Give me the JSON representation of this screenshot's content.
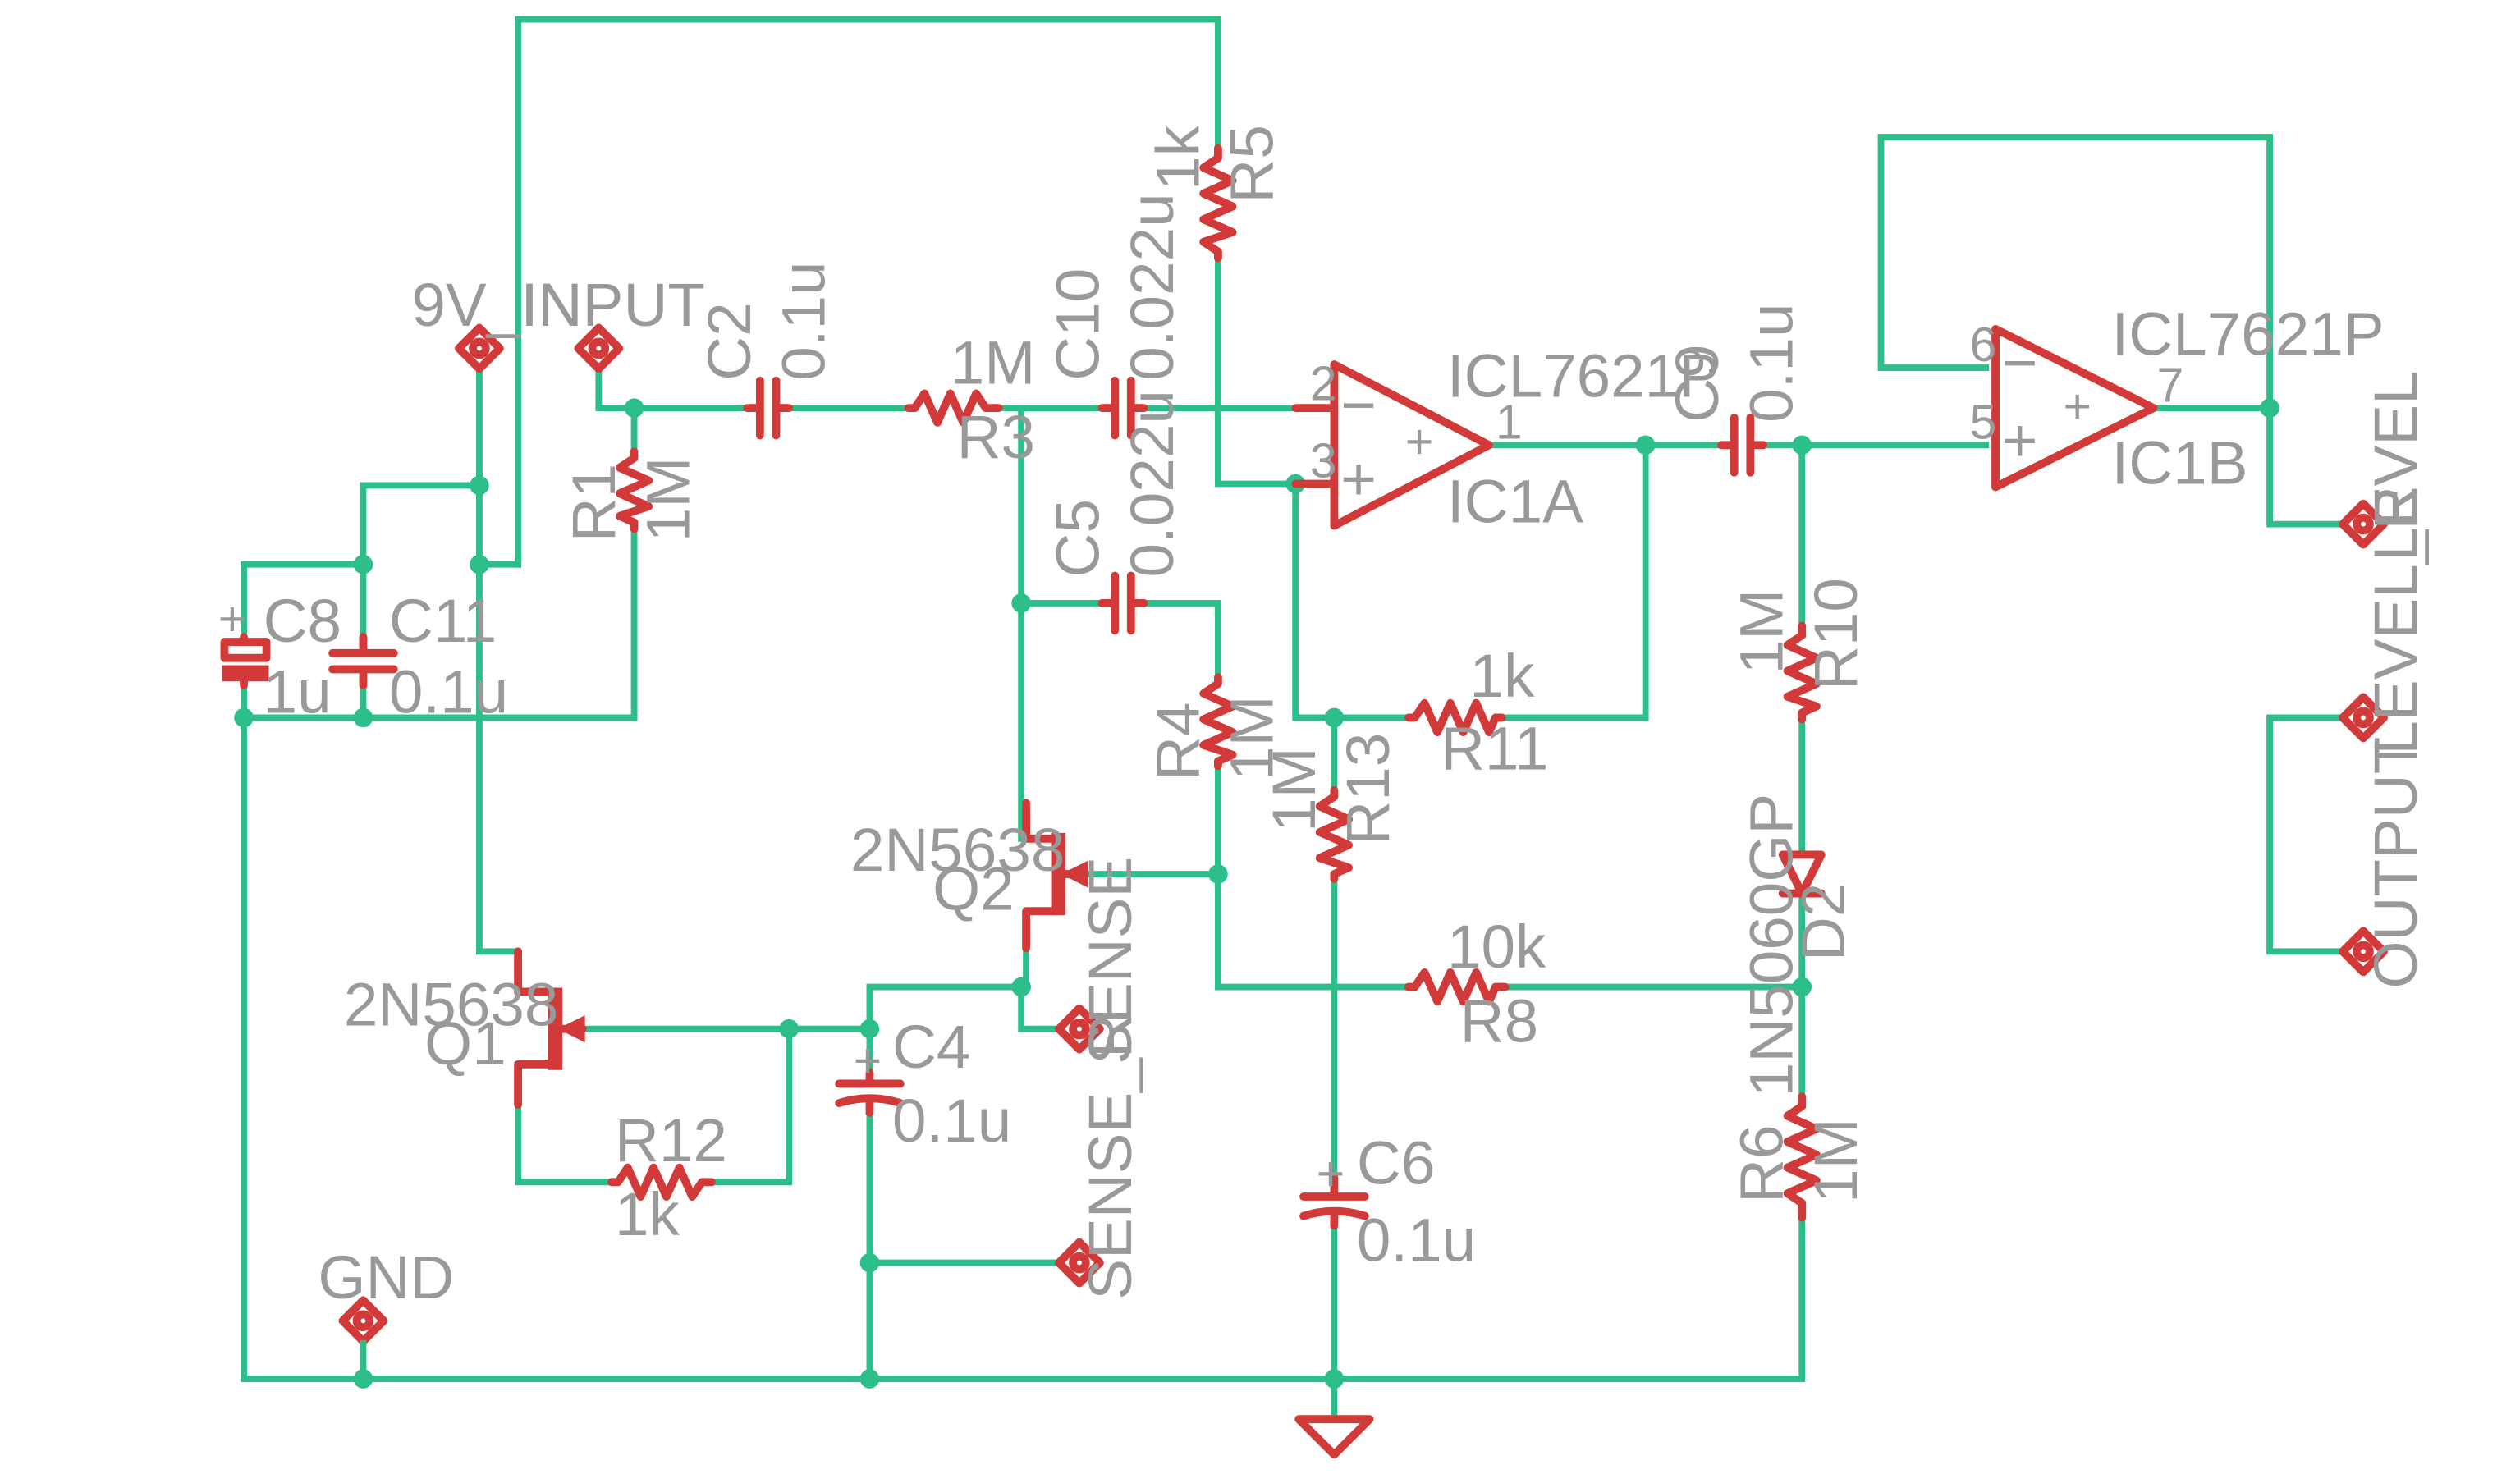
{
  "colors": {
    "wire": "#2dbf8a",
    "symbol": "#d23a3a",
    "text": "#999999",
    "background": "#ffffff"
  },
  "connectors": {
    "v9": "9V_IN",
    "input": "INPUT",
    "gnd": "GND",
    "sense": "SENSE",
    "sense_r": "SENSE_R",
    "level": "LEVEL",
    "level_r": "LEVEL_R",
    "output": "OUTPUT"
  },
  "components": {
    "C2": {
      "name": "C2",
      "value": "0.1u"
    },
    "R3": {
      "name": "R3",
      "value": "1M"
    },
    "C10": {
      "name": "C10",
      "value": "0.022u"
    },
    "R5": {
      "name": "R5",
      "value": "1k"
    },
    "R1": {
      "name": "R1",
      "value": "1M"
    },
    "C8": {
      "name": "C8",
      "value": "1u",
      "plus": "+"
    },
    "C11": {
      "name": "C11",
      "value": "0.1u"
    },
    "C5": {
      "name": "C5",
      "value": "0.022u"
    },
    "R4": {
      "name": "R4",
      "value": "1M"
    },
    "R11": {
      "name": "R11",
      "value": "1k"
    },
    "R13": {
      "name": "R13",
      "value": "1M"
    },
    "Q2": {
      "name": "Q2",
      "value": "2N5638"
    },
    "Q1": {
      "name": "Q1",
      "value": "2N5638"
    },
    "R12": {
      "name": "R12",
      "value": "1k"
    },
    "C4": {
      "name": "C4",
      "value": "0.1u",
      "plus": "+"
    },
    "R8": {
      "name": "R8",
      "value": "10k"
    },
    "C6": {
      "name": "C6",
      "value": "0.1u",
      "plus": "+"
    },
    "C9": {
      "name": "C9",
      "value": "0.1u"
    },
    "R10": {
      "name": "R10",
      "value": "1M"
    },
    "D2": {
      "name": "D2",
      "value": "1N5060GP"
    },
    "R6": {
      "name": "R6",
      "value": "1M"
    }
  },
  "opamps": {
    "IC1A": {
      "name": "IC1A",
      "value": "ICL7621P",
      "pin_inv": "2",
      "pin_noninv": "3",
      "pin_out": "1",
      "minus": "−",
      "plus": "+"
    },
    "IC1B": {
      "name": "IC1B",
      "value": "ICL7621P",
      "pin_inv": "6",
      "pin_noninv": "5",
      "pin_out": "7",
      "minus": "−",
      "plus": "+"
    }
  }
}
